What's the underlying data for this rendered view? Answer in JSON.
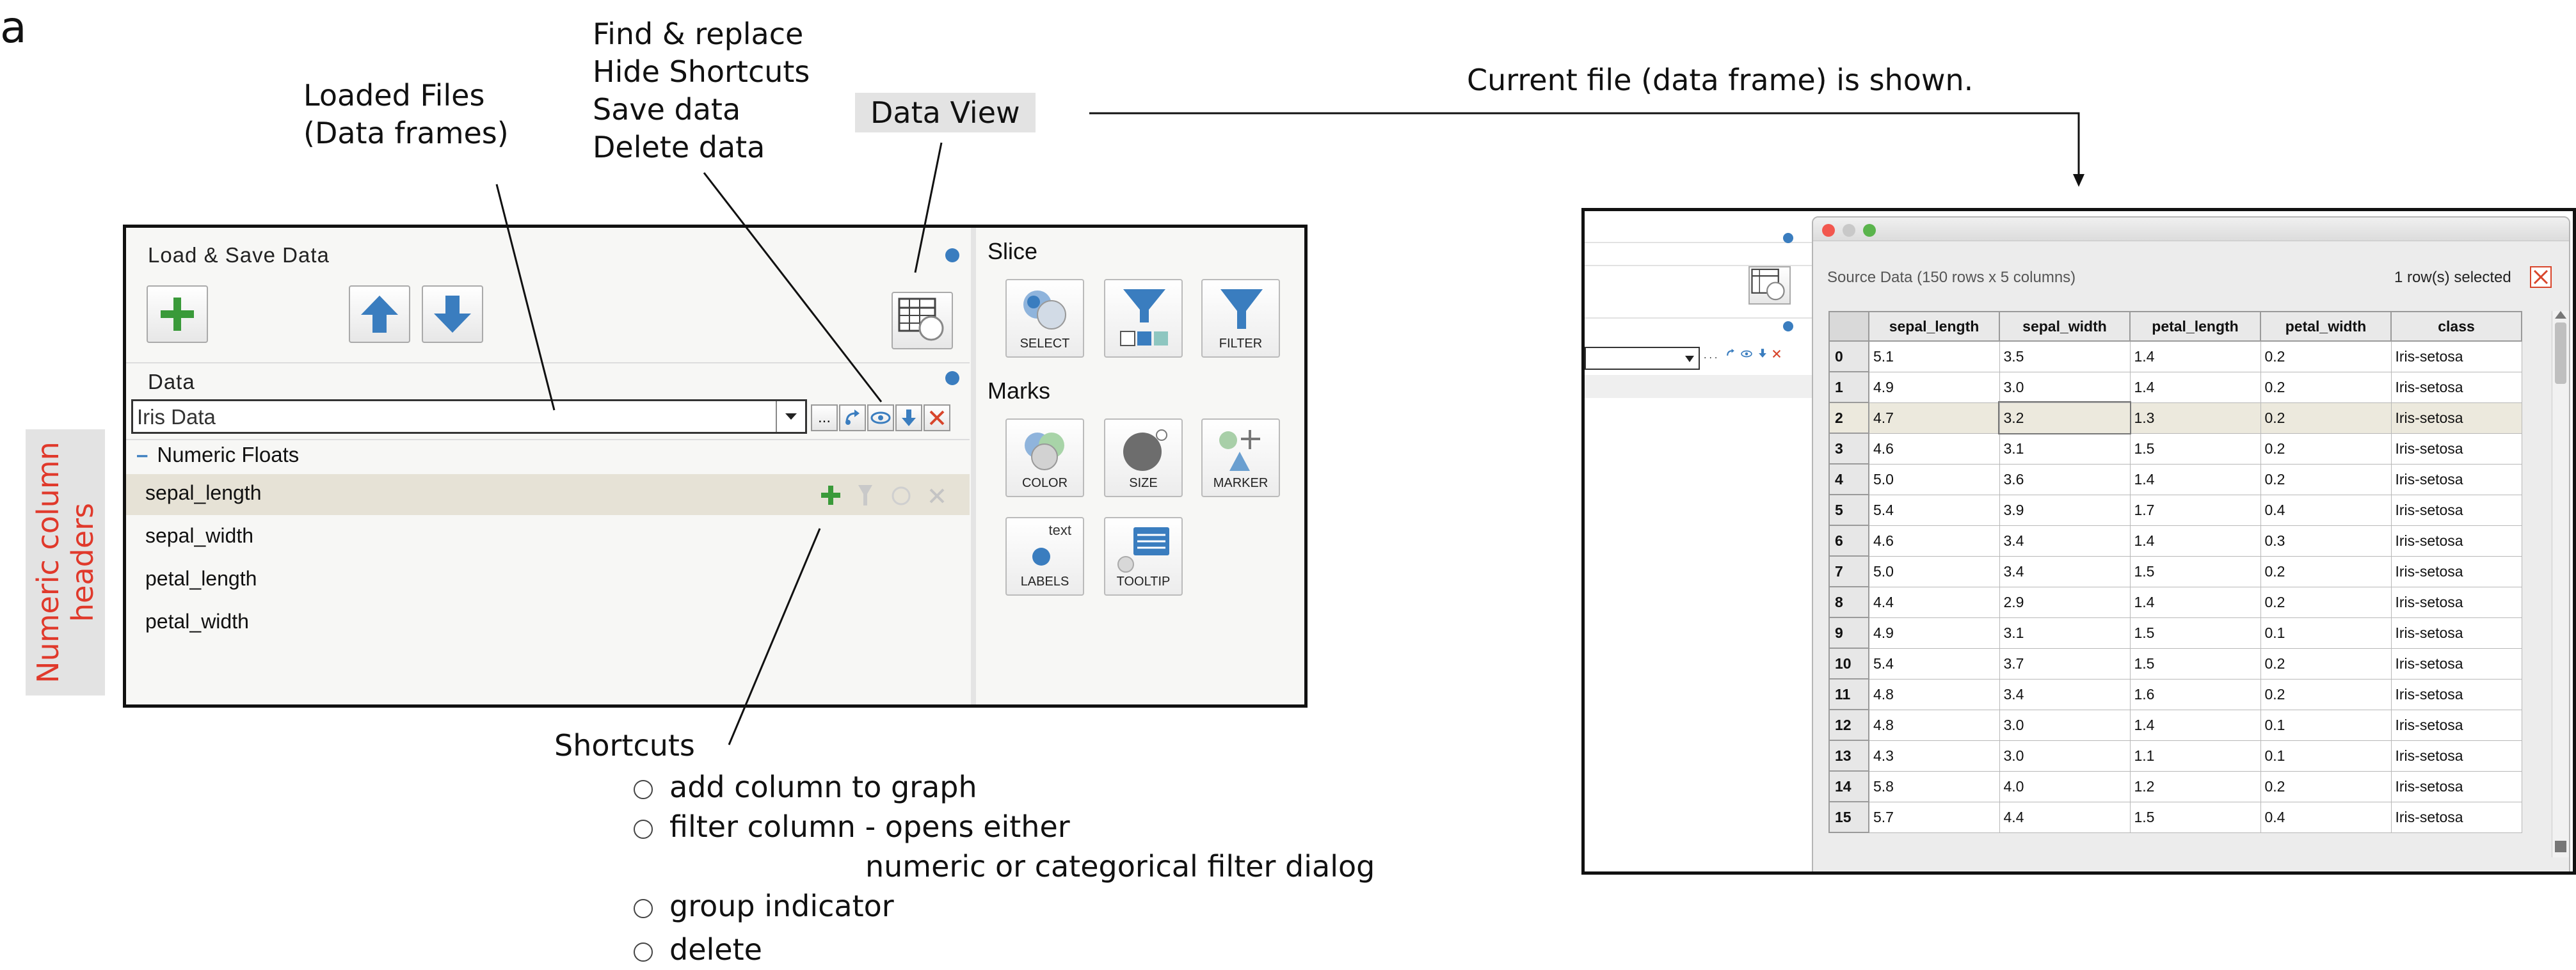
{
  "figure_label": "a",
  "annotations": {
    "loaded_files": [
      "Loaded Files",
      "(Data frames)"
    ],
    "menu_actions": [
      "Find & replace",
      "Hide Shortcuts",
      "Save data",
      "Delete data"
    ],
    "data_view": "Data View",
    "current_file": "Current file (data frame) is shown.",
    "numeric_headers": [
      "Numeric column",
      "headers"
    ],
    "shortcuts_title": "Shortcuts",
    "shortcuts": [
      "add column to graph",
      "filter column - opens either",
      "group indicator",
      "delete"
    ],
    "shortcut_continuation": "numeric or categorical filter dialog"
  },
  "left_panel": {
    "title": "Load & Save Data",
    "data_section": "Data",
    "dataset_value": "Iris Data",
    "more_button": "...",
    "group_name": "Numeric Floats",
    "group_toggle": "–",
    "columns": [
      "sepal_length",
      "sepal_width",
      "petal_length",
      "petal_width"
    ],
    "selected_column": "sepal_length"
  },
  "tools": {
    "slice_title": "Slice",
    "slice": [
      "SELECT",
      "",
      "FILTER"
    ],
    "marks_title": "Marks",
    "marks": [
      "COLOR",
      "SIZE",
      "MARKER",
      "LABELS",
      "TOOLTIP"
    ],
    "labels_icon_text": "text"
  },
  "source_window": {
    "caption": "Source Data (150 rows x 5 columns)",
    "selection": "1 row(s) selected",
    "headers": [
      "sepal_length",
      "sepal_width",
      "petal_length",
      "petal_width",
      "class"
    ],
    "rows": [
      [
        "0",
        "5.1",
        "3.5",
        "1.4",
        "0.2",
        "Iris-setosa"
      ],
      [
        "1",
        "4.9",
        "3.0",
        "1.4",
        "0.2",
        "Iris-setosa"
      ],
      [
        "2",
        "4.7",
        "3.2",
        "1.3",
        "0.2",
        "Iris-setosa"
      ],
      [
        "3",
        "4.6",
        "3.1",
        "1.5",
        "0.2",
        "Iris-setosa"
      ],
      [
        "4",
        "5.0",
        "3.6",
        "1.4",
        "0.2",
        "Iris-setosa"
      ],
      [
        "5",
        "5.4",
        "3.9",
        "1.7",
        "0.4",
        "Iris-setosa"
      ],
      [
        "6",
        "4.6",
        "3.4",
        "1.4",
        "0.3",
        "Iris-setosa"
      ],
      [
        "7",
        "5.0",
        "3.4",
        "1.5",
        "0.2",
        "Iris-setosa"
      ],
      [
        "8",
        "4.4",
        "2.9",
        "1.4",
        "0.2",
        "Iris-setosa"
      ],
      [
        "9",
        "4.9",
        "3.1",
        "1.5",
        "0.1",
        "Iris-setosa"
      ],
      [
        "10",
        "5.4",
        "3.7",
        "1.5",
        "0.2",
        "Iris-setosa"
      ],
      [
        "11",
        "4.8",
        "3.4",
        "1.6",
        "0.2",
        "Iris-setosa"
      ],
      [
        "12",
        "4.8",
        "3.0",
        "1.4",
        "0.1",
        "Iris-setosa"
      ],
      [
        "13",
        "4.3",
        "3.0",
        "1.1",
        "0.1",
        "Iris-setosa"
      ],
      [
        "14",
        "5.8",
        "4.0",
        "1.2",
        "0.2",
        "Iris-setosa"
      ],
      [
        "15",
        "5.7",
        "4.4",
        "1.5",
        "0.4",
        "Iris-setosa"
      ]
    ],
    "selected_row": "2"
  },
  "colors": {
    "accent_blue": "#3a7dbf",
    "add_green": "#3a9a3a",
    "delete_red": "#d8452b",
    "highlight_row": "#ece9dd",
    "annotation_red": "#e0392b"
  }
}
